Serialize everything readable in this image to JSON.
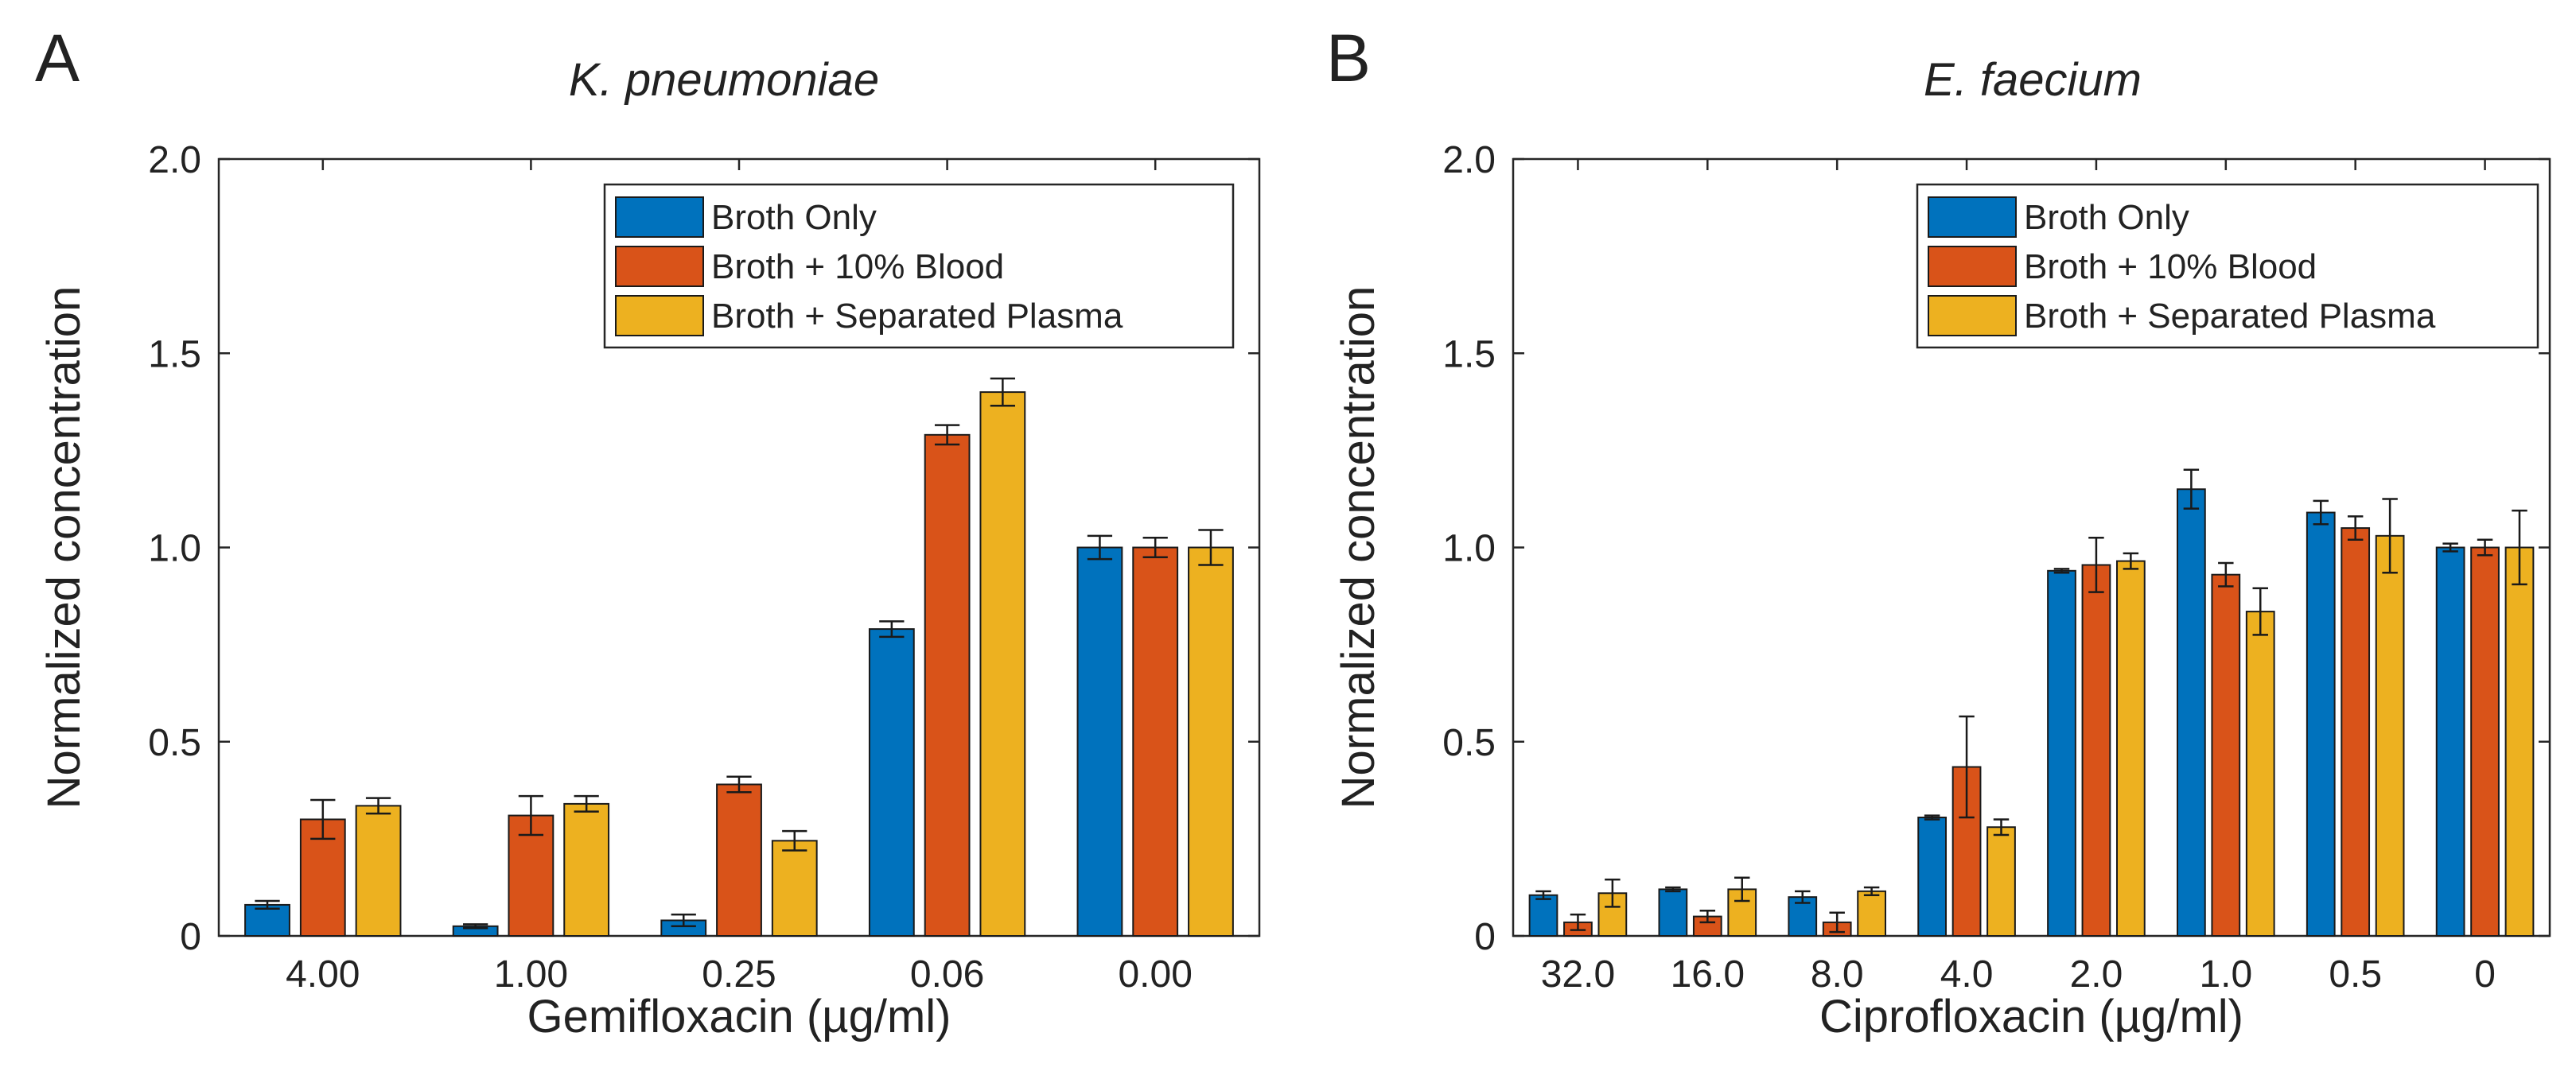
{
  "chart_data": [
    {
      "type": "bar",
      "panel_label": "A",
      "title": "K. pneumoniae",
      "xlabel": "Gemifloxacin (µg/ml)",
      "ylabel": "Normalized concentration",
      "ylim": [
        0,
        2.0
      ],
      "yticks": [
        "0",
        "0.5",
        "1.0",
        "1.5",
        "2.0"
      ],
      "categories": [
        "4.00",
        "1.00",
        "0.25",
        "0.06",
        "0.00"
      ],
      "series": [
        {
          "name": "Broth Only",
          "color": "#0072BD",
          "values": [
            0.08,
            0.025,
            0.04,
            0.79,
            1.0
          ],
          "errors": [
            0.01,
            0.005,
            0.015,
            0.02,
            0.03
          ]
        },
        {
          "name": "Broth + 10% Blood",
          "color": "#D95319",
          "values": [
            0.3,
            0.31,
            0.39,
            1.29,
            1.0
          ],
          "errors": [
            0.05,
            0.05,
            0.02,
            0.025,
            0.025
          ]
        },
        {
          "name": "Broth + Separated Plasma",
          "color": "#EDB120",
          "values": [
            0.335,
            0.34,
            0.245,
            1.4,
            1.0
          ],
          "errors": [
            0.02,
            0.02,
            0.025,
            0.035,
            0.045
          ]
        }
      ],
      "legend_position": "top-right",
      "grid": false
    },
    {
      "type": "bar",
      "panel_label": "B",
      "title": "E. faecium",
      "xlabel": "Ciprofloxacin (µg/ml)",
      "ylabel": "Normalized concentration",
      "ylim": [
        0,
        2.0
      ],
      "yticks": [
        "0",
        "0.5",
        "1.0",
        "1.5",
        "2.0"
      ],
      "categories": [
        "32.0",
        "16.0",
        "8.0",
        "4.0",
        "2.0",
        "1.0",
        "0.5",
        "0"
      ],
      "series": [
        {
          "name": "Broth Only",
          "color": "#0072BD",
          "values": [
            0.105,
            0.12,
            0.1,
            0.305,
            0.94,
            1.15,
            1.09,
            1.0
          ],
          "errors": [
            0.01,
            0.005,
            0.015,
            0.005,
            0.005,
            0.05,
            0.03,
            0.01
          ]
        },
        {
          "name": "Broth + 10% Blood",
          "color": "#D95319",
          "values": [
            0.035,
            0.05,
            0.035,
            0.435,
            0.955,
            0.93,
            1.05,
            1.0
          ],
          "errors": [
            0.02,
            0.015,
            0.025,
            0.13,
            0.07,
            0.03,
            0.03,
            0.02
          ]
        },
        {
          "name": "Broth + Separated Plasma",
          "color": "#EDB120",
          "values": [
            0.11,
            0.12,
            0.115,
            0.28,
            0.965,
            0.835,
            1.03,
            1.0
          ],
          "errors": [
            0.035,
            0.03,
            0.01,
            0.02,
            0.02,
            0.06,
            0.095,
            0.095
          ]
        }
      ],
      "legend_position": "top-right",
      "grid": false
    }
  ]
}
